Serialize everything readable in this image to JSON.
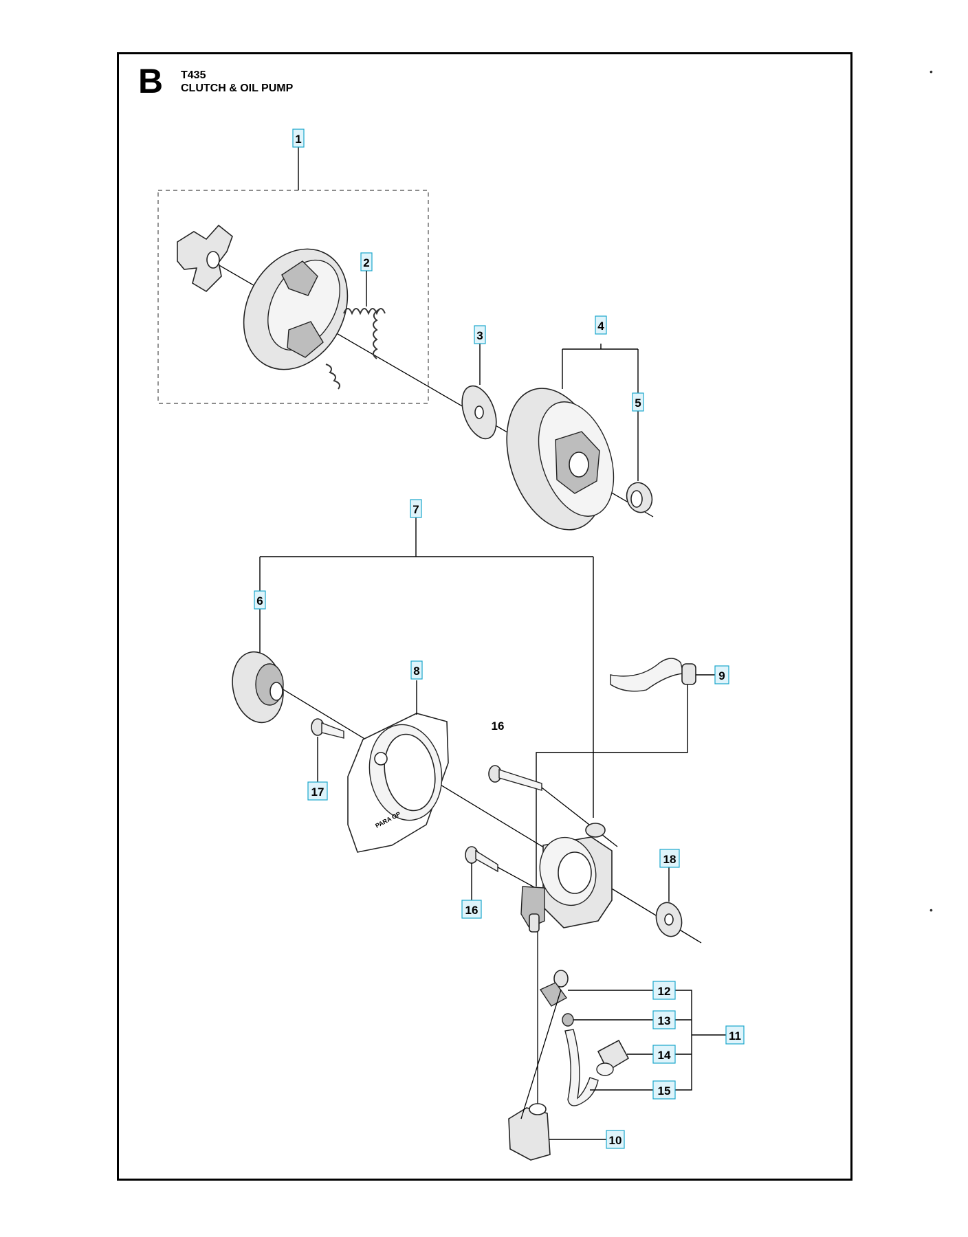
{
  "header": {
    "section_letter": "B",
    "model_code": "T435",
    "section_title": "CLUTCH & OIL PUMP"
  },
  "callouts": [
    {
      "id": "c1",
      "label": "1"
    },
    {
      "id": "c2",
      "label": "2"
    },
    {
      "id": "c3",
      "label": "3"
    },
    {
      "id": "c4",
      "label": "4"
    },
    {
      "id": "c5",
      "label": "5"
    },
    {
      "id": "c6",
      "label": "6"
    },
    {
      "id": "c7",
      "label": "7"
    },
    {
      "id": "c8",
      "label": "8"
    },
    {
      "id": "c9",
      "label": "9"
    },
    {
      "id": "c10",
      "label": "10"
    },
    {
      "id": "c11",
      "label": "11"
    },
    {
      "id": "c12",
      "label": "12"
    },
    {
      "id": "c13",
      "label": "13"
    },
    {
      "id": "c14",
      "label": "14"
    },
    {
      "id": "c15",
      "label": "15"
    },
    {
      "id": "c16a",
      "label": "16"
    },
    {
      "id": "c16b",
      "label": "16"
    },
    {
      "id": "c17",
      "label": "17"
    },
    {
      "id": "c18",
      "label": "18"
    }
  ],
  "cover_marking": "PARA OP"
}
